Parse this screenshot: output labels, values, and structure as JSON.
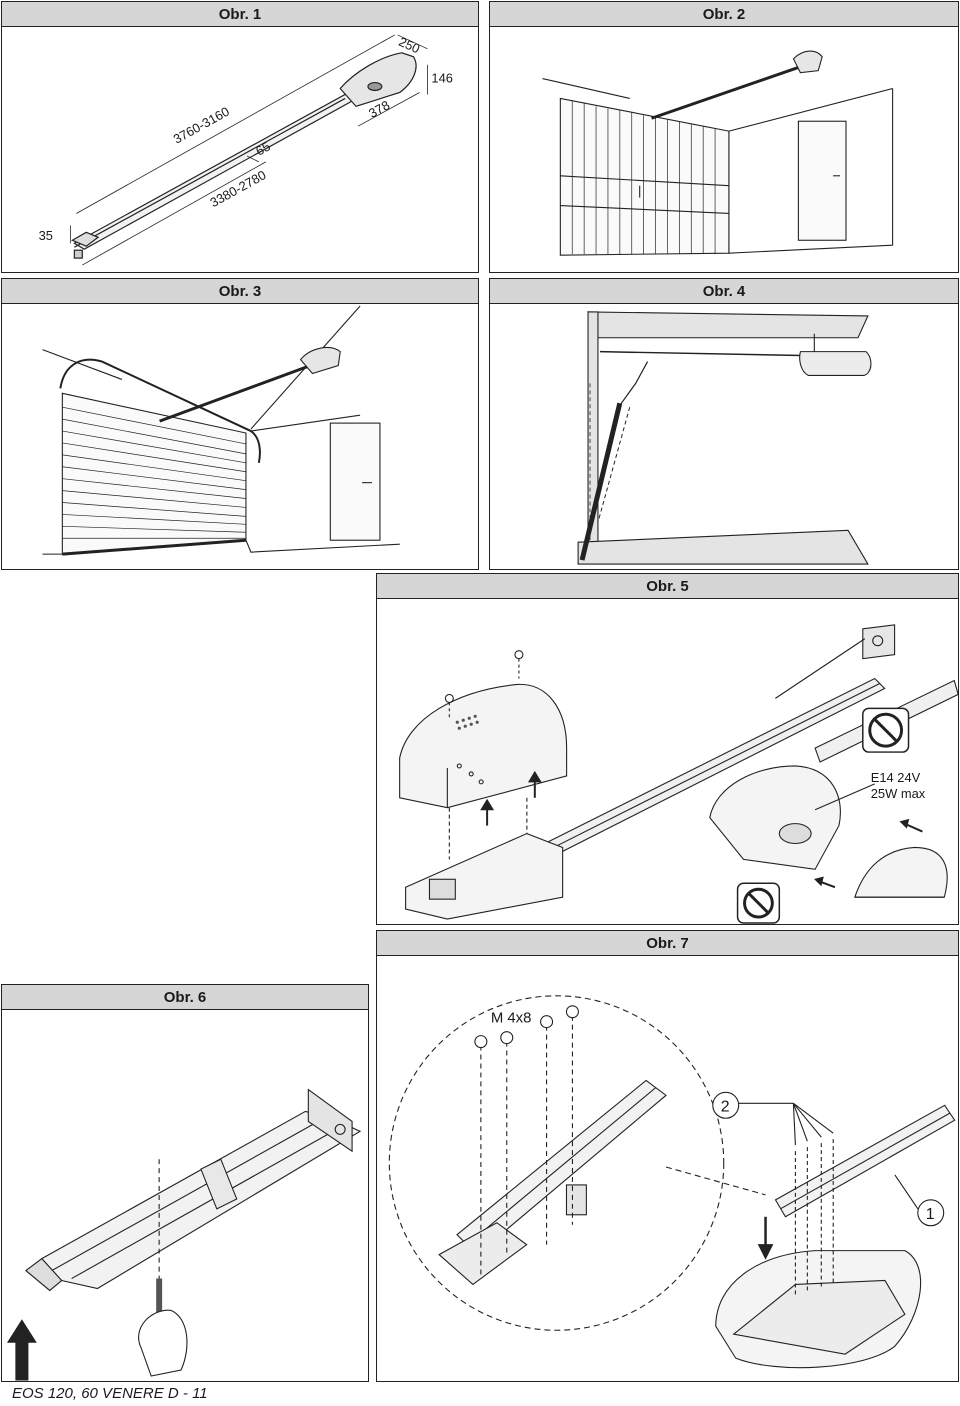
{
  "figures": {
    "obr1": {
      "title": "Obr. 1",
      "dims": {
        "d250": "250",
        "d146": "146",
        "d378": "378",
        "d3760": "3760-3160",
        "d65": "65",
        "d3380": "3380-2780",
        "d35": "35"
      }
    },
    "obr2": {
      "title": "Obr. 2"
    },
    "obr3": {
      "title": "Obr. 3"
    },
    "obr4": {
      "title": "Obr. 4"
    },
    "obr5": {
      "title": "Obr. 5",
      "lamp_line1": "E14 24V",
      "lamp_line2": "25W max",
      "icons": [
        "no-hand-icon",
        "no-hand-icon"
      ]
    },
    "obr6": {
      "title": "Obr. 6"
    },
    "obr7": {
      "title": "Obr. 7",
      "screw_spec": "M 4x8",
      "callout_2": "2",
      "callout_1": "1"
    }
  },
  "footer": {
    "text": "EOS 120, 60 VENERE D - 11"
  }
}
